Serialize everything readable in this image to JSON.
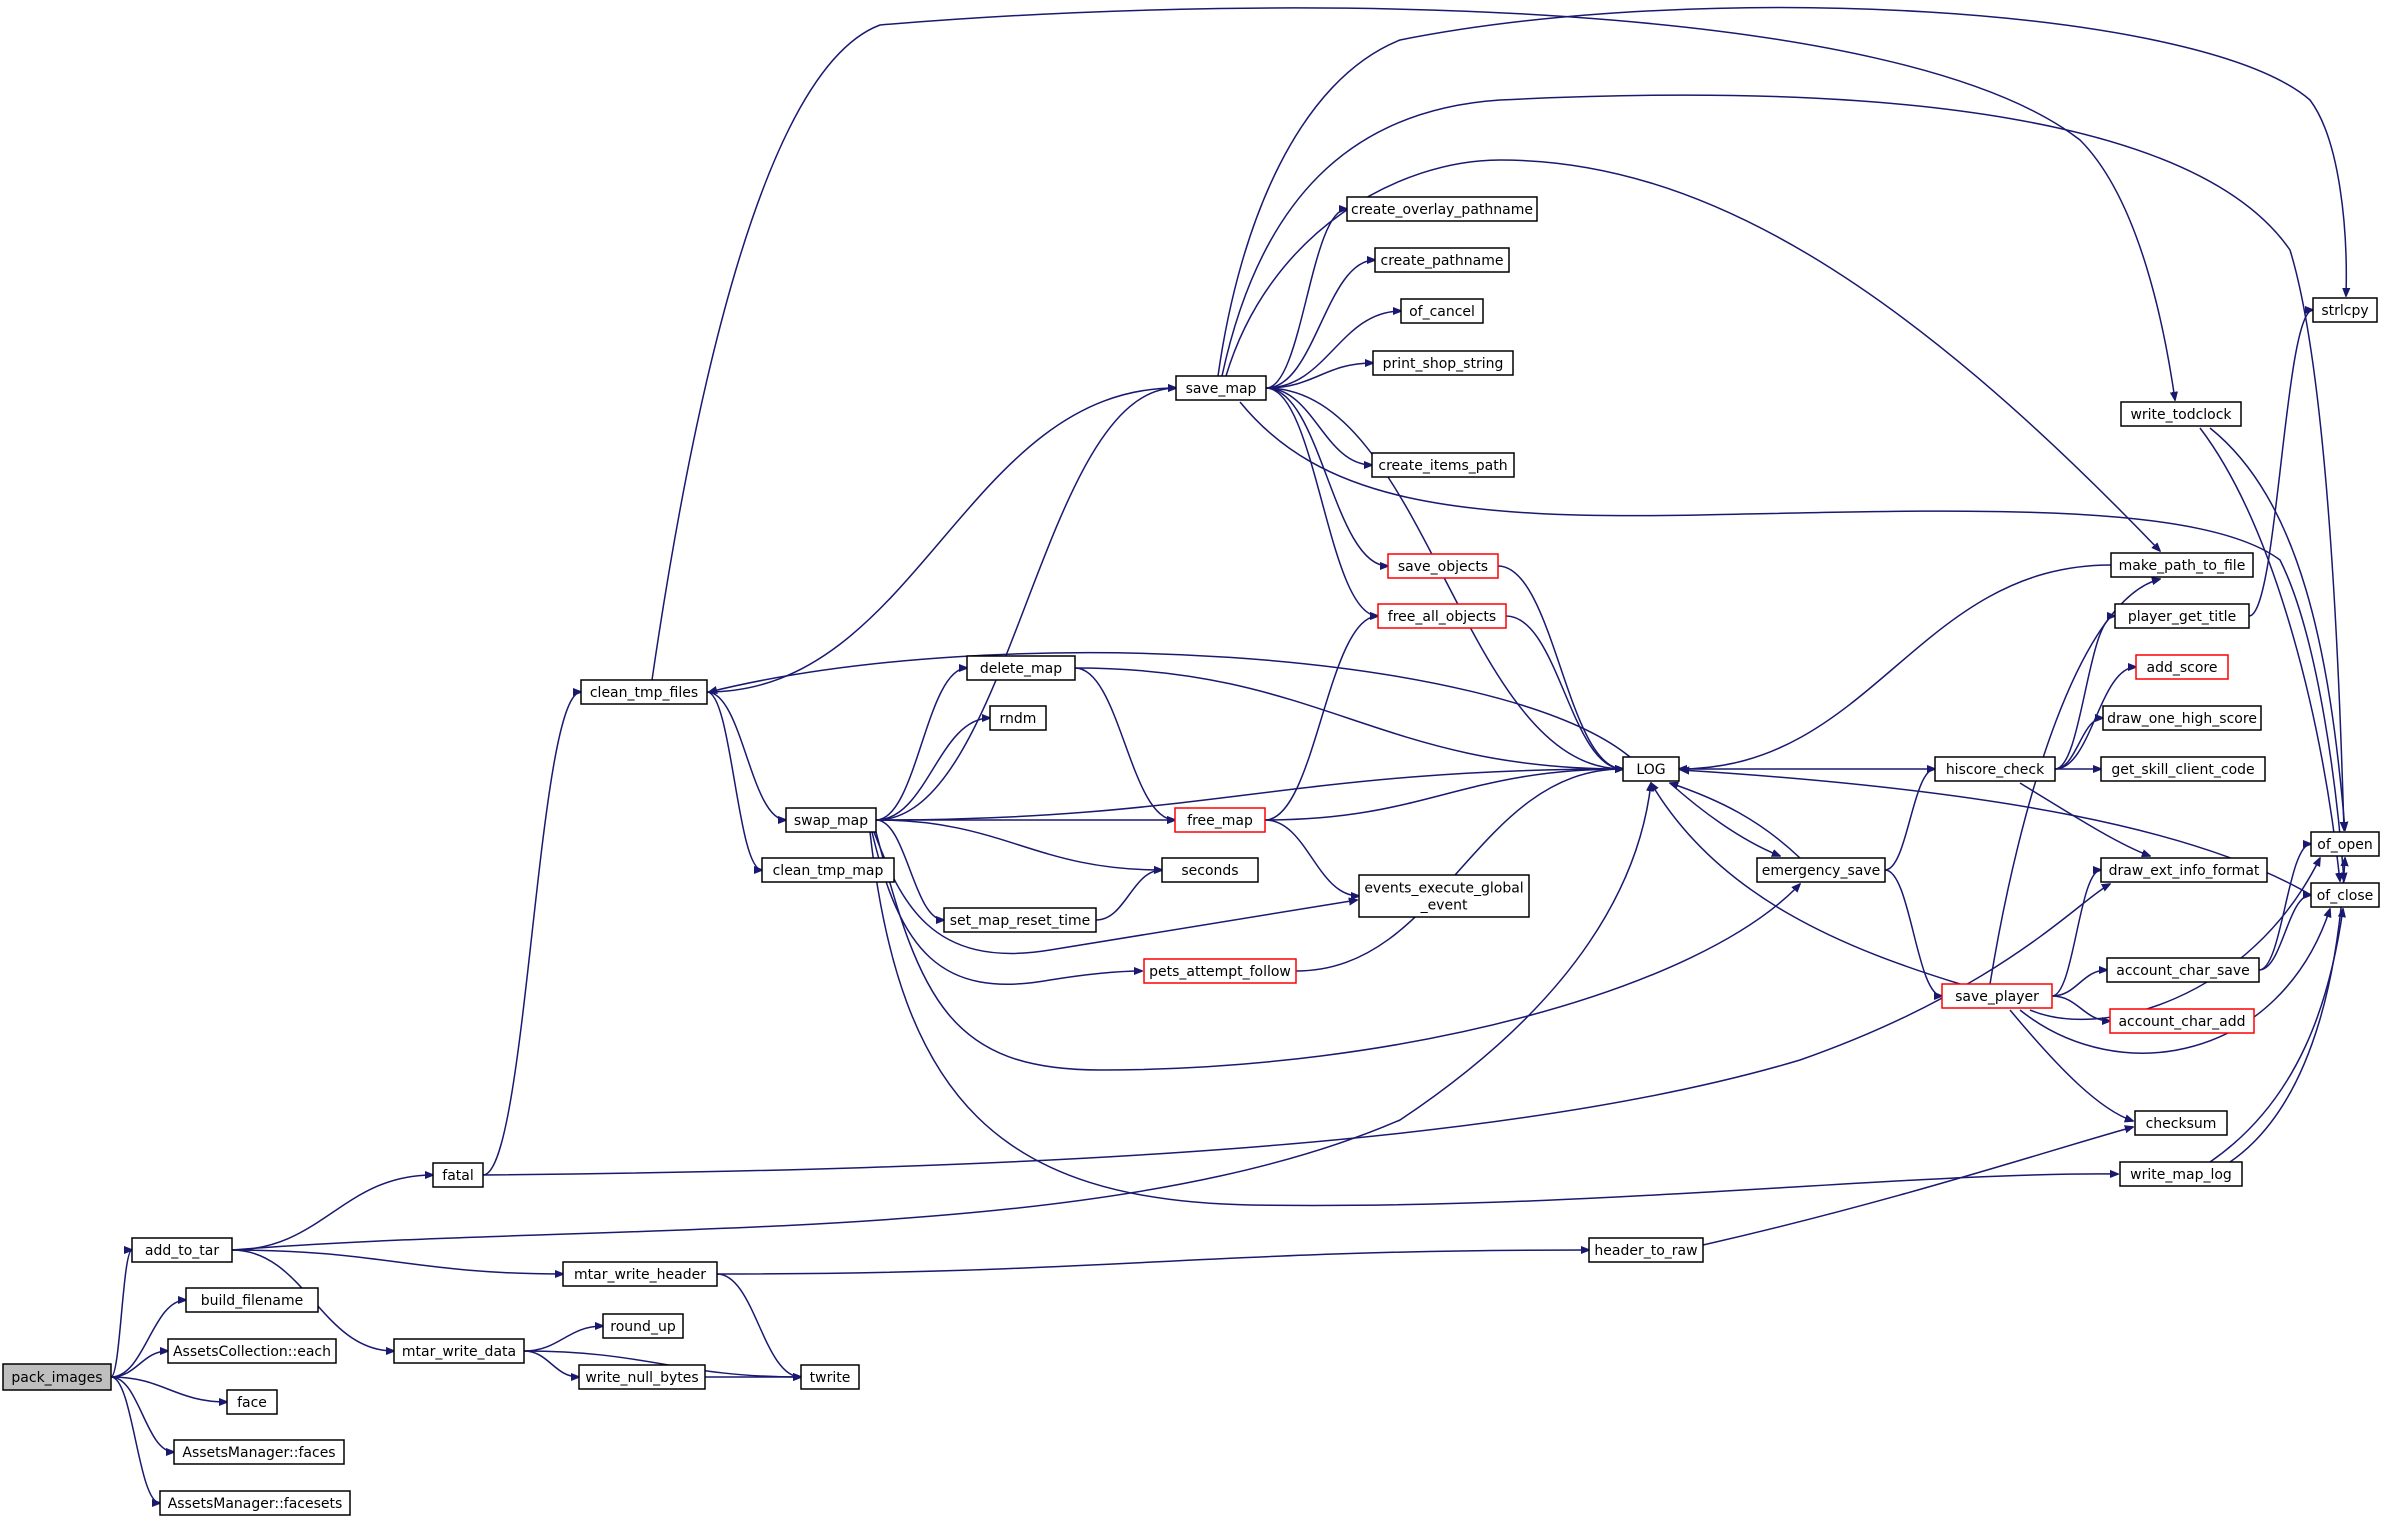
{
  "colors": {
    "edge": "#191970",
    "truncated_border": "#ff0000",
    "root_fill": "#bfbfbf",
    "node_border": "#000000"
  },
  "nodes": [
    {
      "id": "pack_images",
      "lines": [
        "pack_images"
      ],
      "root": true
    },
    {
      "id": "add_to_tar",
      "lines": [
        "add_to_tar"
      ]
    },
    {
      "id": "build_filename",
      "lines": [
        "build_filename"
      ]
    },
    {
      "id": "assets_each",
      "lines": [
        "AssetsCollection::each"
      ]
    },
    {
      "id": "face",
      "lines": [
        "face"
      ]
    },
    {
      "id": "faces",
      "lines": [
        "AssetsManager::faces"
      ]
    },
    {
      "id": "facesets",
      "lines": [
        "AssetsManager::facesets"
      ]
    },
    {
      "id": "fatal",
      "lines": [
        "fatal"
      ]
    },
    {
      "id": "mtar_write_header",
      "lines": [
        "mtar_write_header"
      ]
    },
    {
      "id": "mtar_write_data",
      "lines": [
        "mtar_write_data"
      ]
    },
    {
      "id": "round_up",
      "lines": [
        "round_up"
      ]
    },
    {
      "id": "write_null_bytes",
      "lines": [
        "write_null_bytes"
      ]
    },
    {
      "id": "twrite",
      "lines": [
        "twrite"
      ]
    },
    {
      "id": "clean_tmp_files",
      "lines": [
        "clean_tmp_files"
      ]
    },
    {
      "id": "swap_map",
      "lines": [
        "swap_map"
      ]
    },
    {
      "id": "clean_tmp_map",
      "lines": [
        "clean_tmp_map"
      ]
    },
    {
      "id": "save_map",
      "lines": [
        "save_map"
      ]
    },
    {
      "id": "delete_map",
      "lines": [
        "delete_map"
      ]
    },
    {
      "id": "rndm",
      "lines": [
        "rndm"
      ]
    },
    {
      "id": "free_map",
      "lines": [
        "free_map"
      ],
      "truncated": true
    },
    {
      "id": "seconds",
      "lines": [
        "seconds"
      ]
    },
    {
      "id": "set_map_reset_time",
      "lines": [
        "set_map_reset_time"
      ]
    },
    {
      "id": "pets_attempt_follow",
      "lines": [
        "pets_attempt_follow"
      ],
      "truncated": true
    },
    {
      "id": "create_overlay_pathname",
      "lines": [
        "create_overlay_pathname"
      ]
    },
    {
      "id": "create_pathname",
      "lines": [
        "create_pathname"
      ]
    },
    {
      "id": "of_cancel",
      "lines": [
        "of_cancel"
      ]
    },
    {
      "id": "print_shop_string",
      "lines": [
        "print_shop_string"
      ]
    },
    {
      "id": "create_items_path",
      "lines": [
        "create_items_path"
      ]
    },
    {
      "id": "save_objects",
      "lines": [
        "save_objects"
      ],
      "truncated": true
    },
    {
      "id": "free_all_objects",
      "lines": [
        "free_all_objects"
      ],
      "truncated": true
    },
    {
      "id": "events_execute_global_event",
      "lines": [
        "events_execute_global",
        "_event"
      ]
    },
    {
      "id": "LOG",
      "lines": [
        "LOG"
      ]
    },
    {
      "id": "emergency_save",
      "lines": [
        "emergency_save"
      ]
    },
    {
      "id": "hiscore_check",
      "lines": [
        "hiscore_check"
      ]
    },
    {
      "id": "save_player",
      "lines": [
        "save_player"
      ],
      "truncated": true
    },
    {
      "id": "header_to_raw",
      "lines": [
        "header_to_raw"
      ]
    },
    {
      "id": "strlcpy",
      "lines": [
        "strlcpy"
      ]
    },
    {
      "id": "write_todclock",
      "lines": [
        "write_todclock"
      ]
    },
    {
      "id": "make_path_to_file",
      "lines": [
        "make_path_to_file"
      ]
    },
    {
      "id": "player_get_title",
      "lines": [
        "player_get_title"
      ]
    },
    {
      "id": "add_score",
      "lines": [
        "add_score"
      ],
      "truncated": true
    },
    {
      "id": "draw_one_high_score",
      "lines": [
        "draw_one_high_score"
      ]
    },
    {
      "id": "get_skill_client_code",
      "lines": [
        "get_skill_client_code"
      ]
    },
    {
      "id": "draw_ext_info_format",
      "lines": [
        "draw_ext_info_format"
      ]
    },
    {
      "id": "account_char_save",
      "lines": [
        "account_char_save"
      ]
    },
    {
      "id": "account_char_add",
      "lines": [
        "account_char_add"
      ],
      "truncated": true
    },
    {
      "id": "checksum",
      "lines": [
        "checksum"
      ]
    },
    {
      "id": "write_map_log",
      "lines": [
        "write_map_log"
      ]
    },
    {
      "id": "of_open",
      "lines": [
        "of_open"
      ]
    },
    {
      "id": "of_close",
      "lines": [
        "of_close"
      ]
    }
  ],
  "edges": [
    [
      "pack_images",
      "add_to_tar"
    ],
    [
      "pack_images",
      "build_filename"
    ],
    [
      "pack_images",
      "assets_each"
    ],
    [
      "pack_images",
      "face"
    ],
    [
      "pack_images",
      "faces"
    ],
    [
      "pack_images",
      "facesets"
    ],
    [
      "add_to_tar",
      "fatal"
    ],
    [
      "add_to_tar",
      "LOG"
    ],
    [
      "add_to_tar",
      "mtar_write_header"
    ],
    [
      "add_to_tar",
      "mtar_write_data"
    ],
    [
      "fatal",
      "clean_tmp_files"
    ],
    [
      "fatal",
      "draw_ext_info_format"
    ],
    [
      "mtar_write_header",
      "header_to_raw"
    ],
    [
      "mtar_write_header",
      "twrite"
    ],
    [
      "mtar_write_data",
      "round_up"
    ],
    [
      "mtar_write_data",
      "write_null_bytes"
    ],
    [
      "mtar_write_data",
      "twrite"
    ],
    [
      "write_null_bytes",
      "twrite"
    ],
    [
      "header_to_raw",
      "checksum"
    ],
    [
      "clean_tmp_files",
      "save_map"
    ],
    [
      "clean_tmp_files",
      "swap_map"
    ],
    [
      "clean_tmp_files",
      "clean_tmp_map"
    ],
    [
      "clean_tmp_files",
      "write_todclock"
    ],
    [
      "swap_map",
      "save_map"
    ],
    [
      "swap_map",
      "delete_map"
    ],
    [
      "swap_map",
      "rndm"
    ],
    [
      "swap_map",
      "LOG"
    ],
    [
      "swap_map",
      "free_map"
    ],
    [
      "swap_map",
      "seconds"
    ],
    [
      "swap_map",
      "set_map_reset_time"
    ],
    [
      "swap_map",
      "events_execute_global_event"
    ],
    [
      "swap_map",
      "pets_attempt_follow"
    ],
    [
      "swap_map",
      "emergency_save"
    ],
    [
      "swap_map",
      "write_map_log"
    ],
    [
      "delete_map",
      "free_map"
    ],
    [
      "delete_map",
      "LOG"
    ],
    [
      "free_map",
      "free_all_objects"
    ],
    [
      "free_map",
      "LOG"
    ],
    [
      "free_map",
      "events_execute_global_event"
    ],
    [
      "set_map_reset_time",
      "seconds"
    ],
    [
      "pets_attempt_follow",
      "LOG"
    ],
    [
      "save_map",
      "create_overlay_pathname"
    ],
    [
      "save_map",
      "create_pathname"
    ],
    [
      "save_map",
      "of_cancel"
    ],
    [
      "save_map",
      "print_shop_string"
    ],
    [
      "save_map",
      "create_items_path"
    ],
    [
      "save_map",
      "save_objects"
    ],
    [
      "save_map",
      "free_all_objects"
    ],
    [
      "save_map",
      "LOG"
    ],
    [
      "save_map",
      "strlcpy"
    ],
    [
      "save_map",
      "of_open"
    ],
    [
      "save_map",
      "of_close"
    ],
    [
      "save_map",
      "make_path_to_file"
    ],
    [
      "save_objects",
      "LOG"
    ],
    [
      "free_all_objects",
      "LOG"
    ],
    [
      "LOG",
      "clean_tmp_files"
    ],
    [
      "LOG",
      "emergency_save"
    ],
    [
      "emergency_save",
      "LOG"
    ],
    [
      "emergency_save",
      "hiscore_check"
    ],
    [
      "emergency_save",
      "save_player"
    ],
    [
      "hiscore_check",
      "LOG"
    ],
    [
      "hiscore_check",
      "player_get_title"
    ],
    [
      "hiscore_check",
      "add_score"
    ],
    [
      "hiscore_check",
      "draw_one_high_score"
    ],
    [
      "hiscore_check",
      "get_skill_client_code"
    ],
    [
      "hiscore_check",
      "draw_ext_info_format"
    ],
    [
      "save_player",
      "LOG"
    ],
    [
      "save_player",
      "make_path_to_file"
    ],
    [
      "save_player",
      "draw_ext_info_format"
    ],
    [
      "save_player",
      "of_open"
    ],
    [
      "save_player",
      "of_close"
    ],
    [
      "save_player",
      "account_char_save"
    ],
    [
      "save_player",
      "account_char_add"
    ],
    [
      "save_player",
      "checksum"
    ],
    [
      "make_path_to_file",
      "LOG"
    ],
    [
      "player_get_title",
      "strlcpy"
    ],
    [
      "write_todclock",
      "of_open"
    ],
    [
      "write_todclock",
      "of_close"
    ],
    [
      "account_char_save",
      "of_open"
    ],
    [
      "account_char_save",
      "of_close"
    ],
    [
      "write_map_log",
      "of_open"
    ],
    [
      "write_map_log",
      "of_close"
    ],
    [
      "of_close",
      "LOG"
    ]
  ]
}
